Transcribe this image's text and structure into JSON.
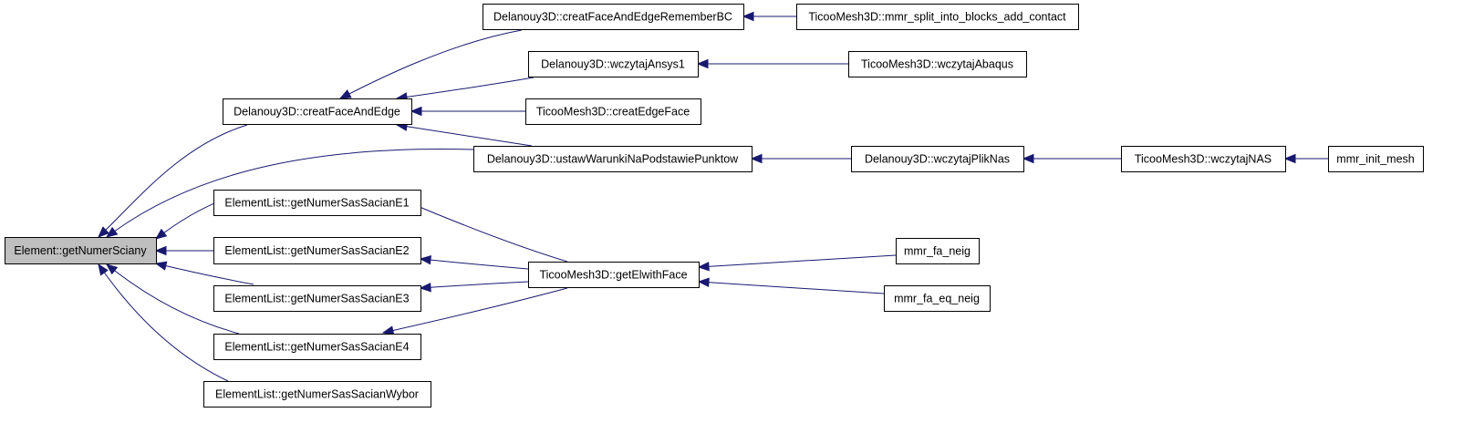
{
  "graph": {
    "nodes": [
      {
        "id": "n0",
        "label": "Element::getNumerSciany",
        "focus": true
      },
      {
        "id": "n1",
        "label": "Delanouy3D::creatFaceAndEdge"
      },
      {
        "id": "n2",
        "label": "Delanouy3D::ustawWarunkiNaPodstawiePunktow"
      },
      {
        "id": "n3",
        "label": "ElementList::getNumerSasSacianE1"
      },
      {
        "id": "n4",
        "label": "ElementList::getNumerSasSacianE2"
      },
      {
        "id": "n5",
        "label": "ElementList::getNumerSasSacianE3"
      },
      {
        "id": "n6",
        "label": "ElementList::getNumerSasSacianE4"
      },
      {
        "id": "n7",
        "label": "ElementList::getNumerSasSacianWybor"
      },
      {
        "id": "n8",
        "label": "Delanouy3D::creatFaceAndEdgeRememberBC"
      },
      {
        "id": "n9",
        "label": "Delanouy3D::wczytajAnsys1"
      },
      {
        "id": "n10",
        "label": "TicooMesh3D::creatEdgeFace"
      },
      {
        "id": "n11",
        "label": "TicooMesh3D::mmr_split_into_blocks_add_contact"
      },
      {
        "id": "n12",
        "label": "TicooMesh3D::wczytajAbaqus"
      },
      {
        "id": "n13",
        "label": "Delanouy3D::wczytajPlikNas"
      },
      {
        "id": "n14",
        "label": "TicooMesh3D::wczytajNAS"
      },
      {
        "id": "n15",
        "label": "mmr_init_mesh"
      },
      {
        "id": "n16",
        "label": "TicooMesh3D::getElwithFace"
      },
      {
        "id": "n17",
        "label": "mmr_fa_neig"
      },
      {
        "id": "n18",
        "label": "mmr_fa_eq_neig"
      }
    ],
    "edges": [
      {
        "from": "n1",
        "to": "n0"
      },
      {
        "from": "n2",
        "to": "n0"
      },
      {
        "from": "n3",
        "to": "n0"
      },
      {
        "from": "n4",
        "to": "n0"
      },
      {
        "from": "n5",
        "to": "n0"
      },
      {
        "from": "n6",
        "to": "n0"
      },
      {
        "from": "n7",
        "to": "n0"
      },
      {
        "from": "n8",
        "to": "n1"
      },
      {
        "from": "n9",
        "to": "n1"
      },
      {
        "from": "n10",
        "to": "n1"
      },
      {
        "from": "n2",
        "to": "n1"
      },
      {
        "from": "n11",
        "to": "n8"
      },
      {
        "from": "n12",
        "to": "n9"
      },
      {
        "from": "n13",
        "to": "n2"
      },
      {
        "from": "n14",
        "to": "n13"
      },
      {
        "from": "n15",
        "to": "n14"
      },
      {
        "from": "n16",
        "to": "n3"
      },
      {
        "from": "n16",
        "to": "n4"
      },
      {
        "from": "n16",
        "to": "n5"
      },
      {
        "from": "n16",
        "to": "n6"
      },
      {
        "from": "n17",
        "to": "n16"
      },
      {
        "from": "n18",
        "to": "n16"
      }
    ],
    "colors": {
      "edge": "#191970",
      "focus_fill": "#bfbfbf",
      "node_fill": "#ffffff",
      "node_stroke": "#000000"
    }
  }
}
